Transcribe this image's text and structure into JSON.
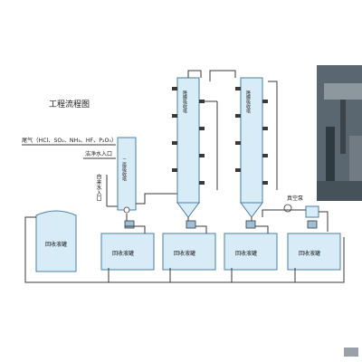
{
  "title": "工程流程图",
  "inlets": {
    "exhaust_gas": "尾气（HCl、SO₂、NH₃、HF、P₂O₅）入口",
    "clean_water": "洁净水入口",
    "tap_water": "自来水入口"
  },
  "columns": {
    "tower_1": "二级吸收塔",
    "tower_2": "降膜吸收塔",
    "tower_3": "降膜吸收塔"
  },
  "equipment": {
    "vacuum_pump": "真空泵",
    "recovery_tank_large": "回收液罐",
    "recovery_tanks": [
      "回收液罐",
      "回收液罐",
      "回收液罐",
      "回收液罐"
    ]
  },
  "colors": {
    "vessel_fill": "#d8ecf8",
    "vessel_stroke": "#4a7fa6",
    "pipe": "#3a3a3a",
    "photo_bg": "#5b6770"
  },
  "icons": [
    "pump-icon",
    "valve-icon",
    "gauge-icon"
  ]
}
